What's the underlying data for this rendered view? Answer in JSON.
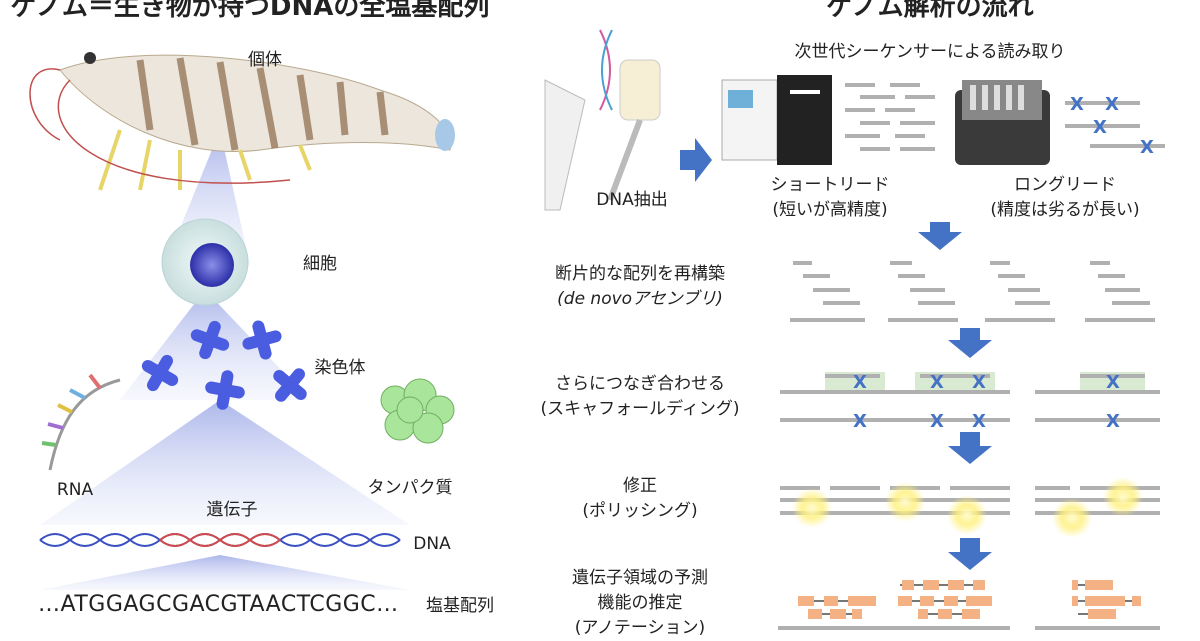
{
  "left": {
    "title": "ゲノム＝生き物が持つDNAの全塩基配列",
    "labels": {
      "individual": "個体",
      "cell": "細胞",
      "chromosome": "染色体",
      "rna": "RNA",
      "protein": "タンパク質",
      "gene": "遺伝子",
      "dna": "DNA",
      "base_sequence": "塩基配列"
    },
    "sequence": "…ATGGAGCGACGTAACTCGGC…"
  },
  "right": {
    "title": "ゲノム解析の流れ",
    "sequencer": "次世代シーケンサーによる読み取り",
    "extraction": "DNA抽出",
    "short_read": {
      "name": "ショートリード",
      "note": "(短いが高精度)"
    },
    "long_read": {
      "name": "ロングリード",
      "note": "(精度は劣るが長い)"
    },
    "steps": [
      {
        "line1": "断片的な配列を再構築",
        "line2": "(de novoアセンブリ)"
      },
      {
        "line1": "さらにつなぎ合わせる",
        "line2": "(スキャフォールディング)"
      },
      {
        "line1": "修正",
        "line2": "(ポリッシング)"
      },
      {
        "line1": "遺伝子領域の予測",
        "line2": "機能の推定",
        "line3": "(アノテーション)"
      }
    ]
  },
  "colors": {
    "arrow": "#4472c4",
    "chromosome": "#4a5ce0",
    "read": "#b0b0b0",
    "annotation": "#f4b183",
    "highlight": "#d9ead3",
    "protein": "#a9e59a"
  }
}
